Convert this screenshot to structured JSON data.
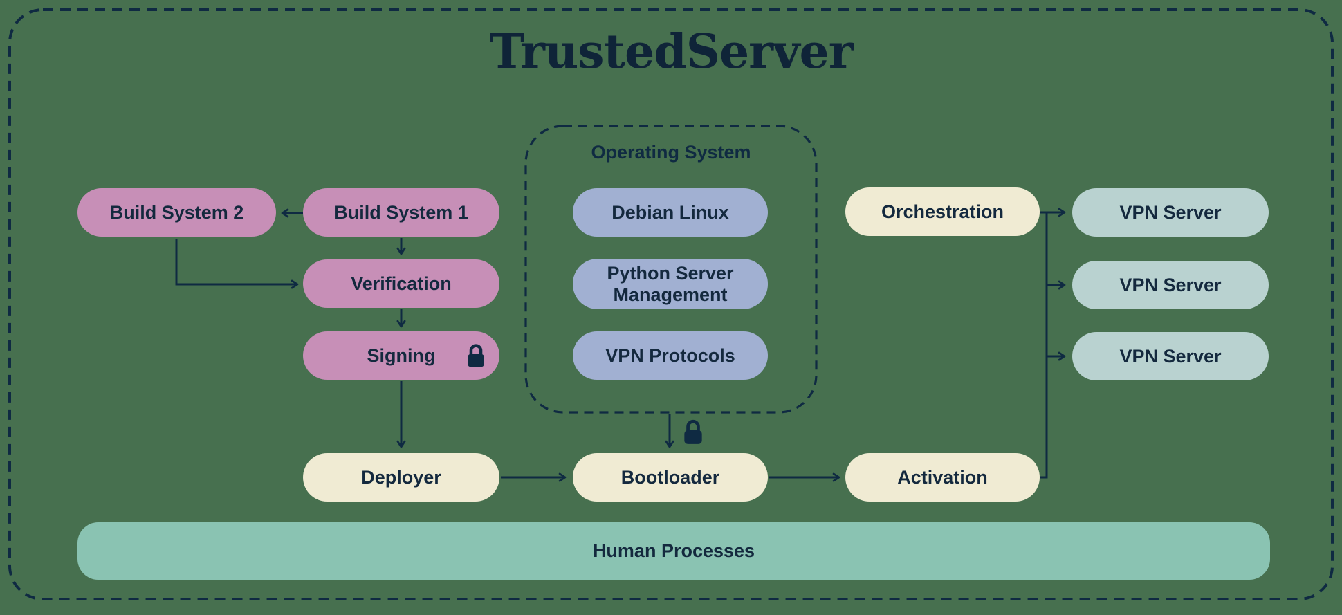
{
  "title": "TrustedServer",
  "os_group": {
    "label": "Operating System"
  },
  "nodes": {
    "build_system_2": "Build System 2",
    "build_system_1": "Build System 1",
    "verification": "Verification",
    "signing": "Signing",
    "deployer": "Deployer",
    "debian_linux": "Debian Linux",
    "python_server_management": "Python Server Management",
    "vpn_protocols": "VPN Protocols",
    "bootloader": "Bootloader",
    "orchestration": "Orchestration",
    "activation": "Activation",
    "vpn_server_1": "VPN Server",
    "vpn_server_2": "VPN Server",
    "vpn_server_3": "VPN Server",
    "human_processes": "Human Processes"
  },
  "icons": {
    "signing_lock": "lock-icon",
    "bootloader_lock": "lock-icon"
  },
  "colors": {
    "background": "#47704F",
    "ink": "#0F2A42",
    "pink_node": "#C78FB7",
    "blue_node": "#A1B0D2",
    "cream_node": "#F0EBD3",
    "sage_node": "#B9D2D0",
    "teal_bar": "#8AC3B2"
  }
}
